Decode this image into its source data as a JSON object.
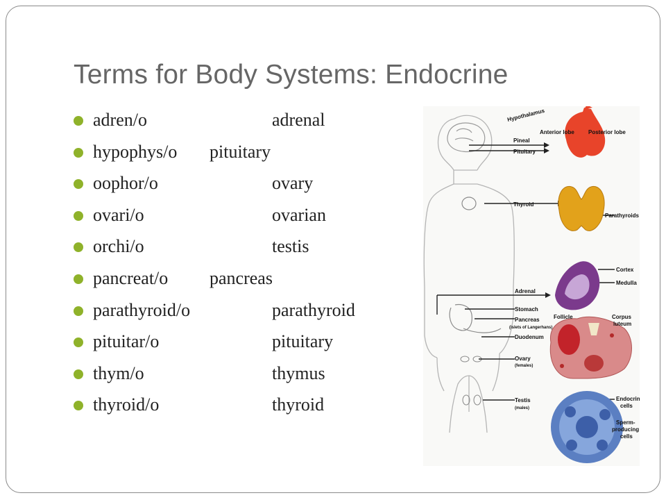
{
  "slide": {
    "title": "Terms for Body Systems:  Endocrine",
    "terms": [
      {
        "root": "adren/o",
        "meaning": "adrenal"
      },
      {
        "root": "hypophys/o",
        "meaning": "pituitary"
      },
      {
        "root": "oophor/o",
        "meaning": "ovary"
      },
      {
        "root": "ovari/o",
        "meaning": "ovarian"
      },
      {
        "root": "orchi/o",
        "meaning": "testis"
      },
      {
        "root": "pancreat/o",
        "meaning": "pancreas"
      },
      {
        "root": "parathyroid/o",
        "meaning": "parathyroid"
      },
      {
        "root": "pituitar/o",
        "meaning": "pituitary"
      },
      {
        "root": "thym/o",
        "meaning": "thymus"
      },
      {
        "root": "thyroid/o",
        "meaning": "thyroid"
      }
    ],
    "colors": {
      "bullet": "#8fb22a",
      "title": "#666666",
      "border": "#8a8a8a"
    }
  },
  "figure": {
    "labels": {
      "hypothalamus": "Hypothalamus",
      "anterior_lobe": "Anterior lobe",
      "posterior_lobe": "Posterior lobe",
      "pineal": "Pineal",
      "pituitary": "Pituitary",
      "thyroid": "Thyroid",
      "parathyroids": "Parathyroids",
      "cortex": "Cortex",
      "medulla": "Medulla",
      "adrenal": "Adrenal",
      "stomach": "Stomach",
      "pancreas": "Pancreas",
      "islets": "(islets of Langerhans)",
      "duodenum": "Duodenum",
      "follicle": "Follicle",
      "corpus": "Corpus",
      "luteum": "luteum",
      "ovary": "Ovary",
      "females": "(females)",
      "testis": "Testis",
      "males": "(males)",
      "endocrine": "Endocrine",
      "cells1": "cells",
      "sperm": "Sperm-",
      "producing": "producing",
      "cells2": "cells"
    }
  }
}
